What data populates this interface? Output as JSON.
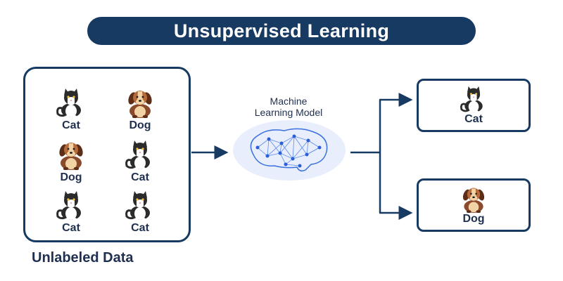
{
  "title": "Unsupervised Learning",
  "input": {
    "caption": "Unlabeled Data",
    "items": [
      {
        "label": "Cat",
        "kind": "cat"
      },
      {
        "label": "Dog",
        "kind": "dog"
      },
      {
        "label": "Dog",
        "kind": "dog"
      },
      {
        "label": "Cat",
        "kind": "cat"
      },
      {
        "label": "Cat",
        "kind": "cat"
      },
      {
        "label": "Cat",
        "kind": "cat"
      }
    ]
  },
  "model": {
    "label_line1": "Machine",
    "label_line2": "Learning Model",
    "icon": "brain-network-icon"
  },
  "outputs": [
    {
      "label": "Cat",
      "kind": "cat"
    },
    {
      "label": "Dog",
      "kind": "dog"
    }
  ],
  "colors": {
    "navy": "#173a63",
    "brain": "#3a6fe0",
    "model_bg": "#e8eefb"
  }
}
